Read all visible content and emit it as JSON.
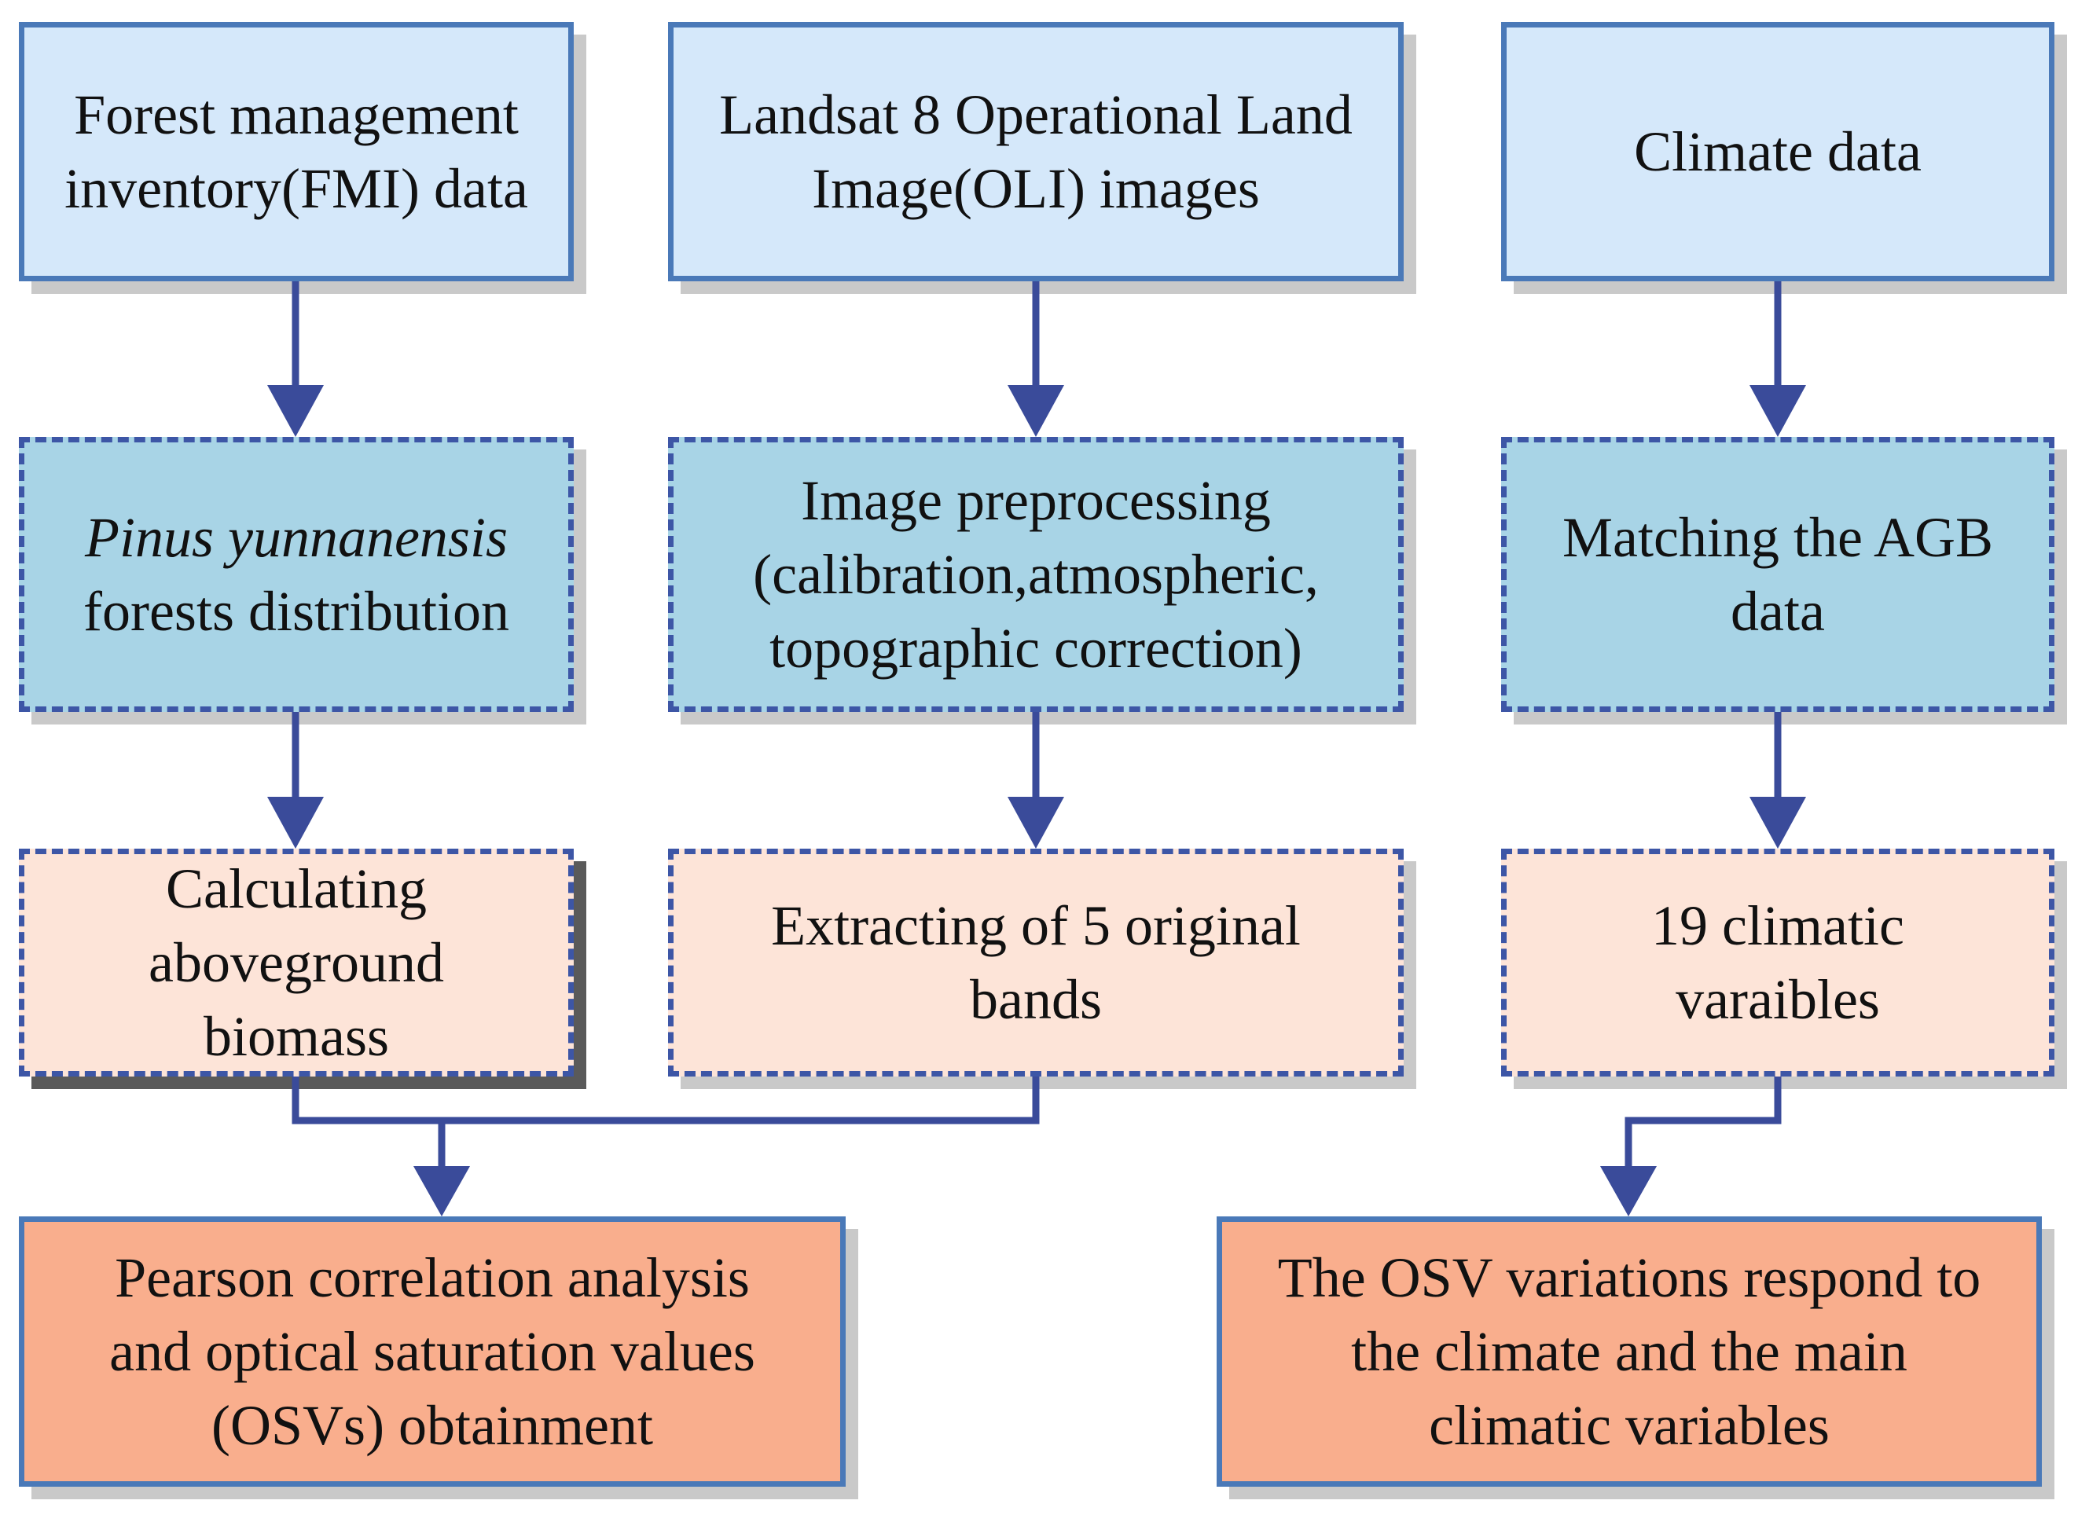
{
  "colors": {
    "connector": "#3a4b9a",
    "box_border_solid": "#4a79b8",
    "box_border_dashed": "#3d56a6",
    "fill_source": "#d5e8fa",
    "fill_process": "#a8d4e6",
    "fill_extract": "#fde4d8",
    "fill_result": "#f9ae8d"
  },
  "boxes": {
    "fmi": {
      "line1": "Forest management",
      "line2": "inventory(FMI) data"
    },
    "landsat": {
      "line1": "Landsat 8 Operational Land",
      "line2": "Image(OLI) images"
    },
    "climate": {
      "line1": "Climate data"
    },
    "pinus": {
      "line1_italic": "Pinus yunnanensis",
      "line2": "forests distribution"
    },
    "preproc": {
      "line1": "Image preprocessing",
      "line2": "(calibration,atmospheric,",
      "line3": "topographic correction)"
    },
    "matching": {
      "line1": "Matching the AGB",
      "line2": "data"
    },
    "agb": {
      "line1": "Calculating",
      "line2": "aboveground",
      "line3": "biomass"
    },
    "bands": {
      "line1": "Extracting of 5 original",
      "line2": "bands"
    },
    "climvars": {
      "line1": "19 climatic",
      "line2": "varaibles"
    },
    "pearson": {
      "line1": "Pearson correlation analysis",
      "line2": "and optical saturation values",
      "line3": "(OSVs) obtainment"
    },
    "osv": {
      "line1": "The OSV variations respond to",
      "line2": "the climate and the main",
      "line3": "climatic variables"
    }
  }
}
